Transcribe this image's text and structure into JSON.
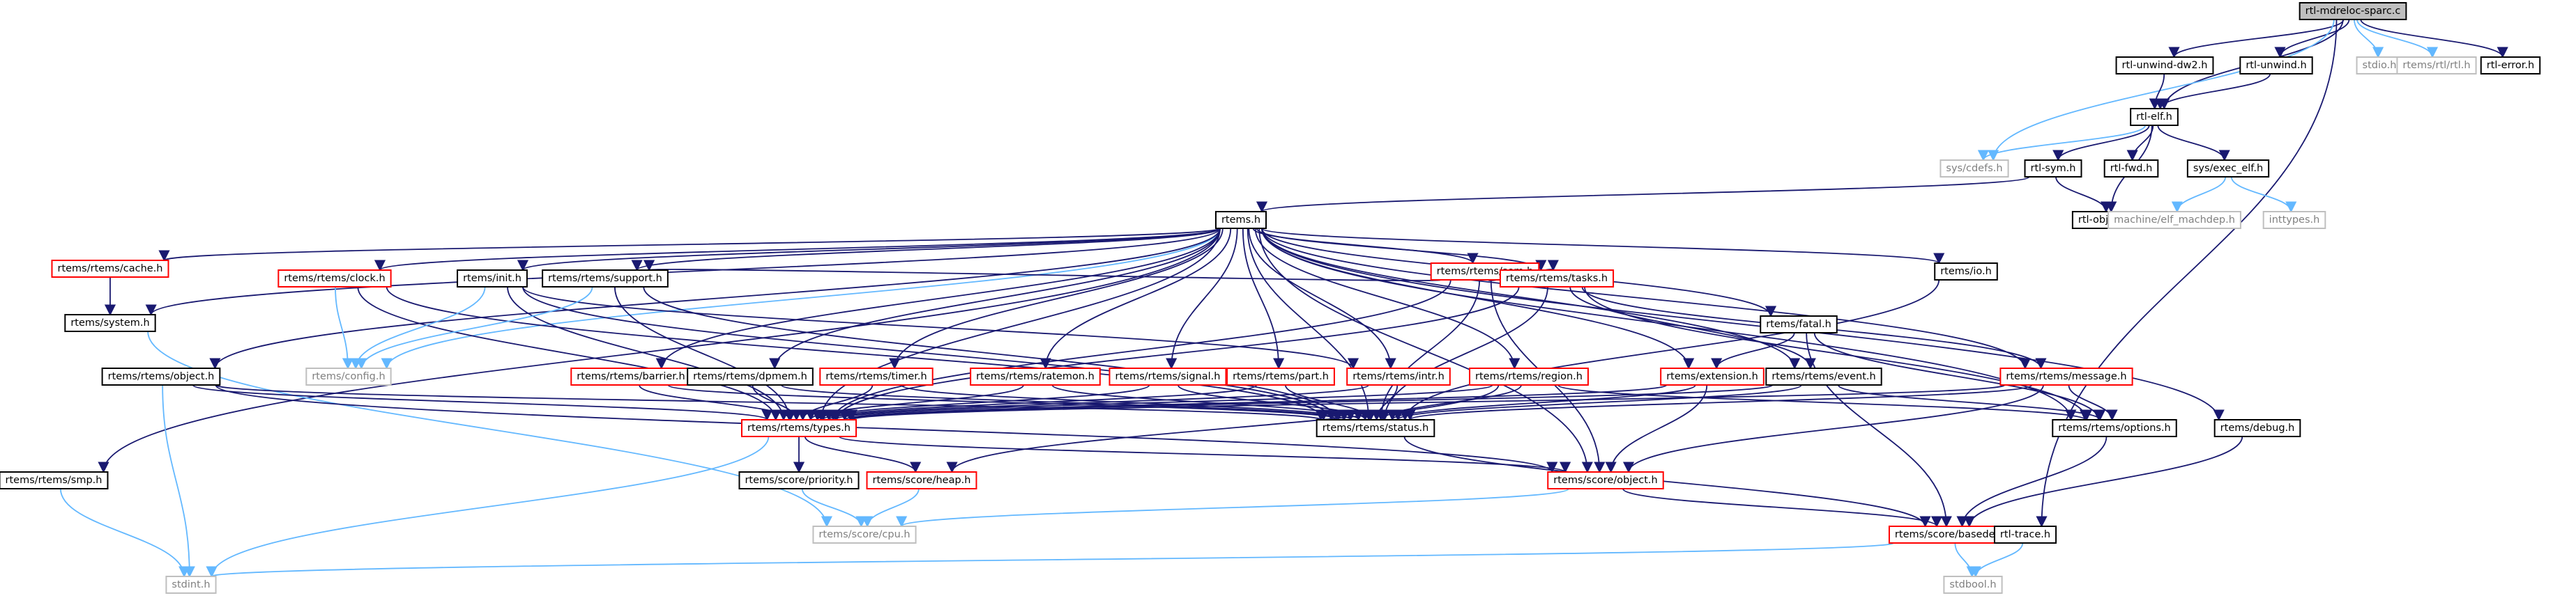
{
  "title": "rtl-mdreloc-sparc.c",
  "colors": {
    "root_fill": "#bfbfbf",
    "normal_border": "#000000",
    "linked_border": "#ff0000",
    "missing_border": "#bfbfbf",
    "missing_text": "#808080",
    "edge_dark": "#191970",
    "edge_light": "#63b8ff"
  },
  "nodes": [
    {
      "id": "root",
      "label": "rtl-mdreloc-sparc.c",
      "style": "root"
    },
    {
      "id": "unwind_dw2",
      "label": "rtl-unwind-dw2.h",
      "style": "normal"
    },
    {
      "id": "unwind",
      "label": "rtl-unwind.h",
      "style": "normal"
    },
    {
      "id": "stdio",
      "label": "stdio.h",
      "style": "missing"
    },
    {
      "id": "rtems_rtl",
      "label": "rtems/rtl/rtl.h",
      "style": "missing"
    },
    {
      "id": "rtl_error",
      "label": "rtl-error.h",
      "style": "normal"
    },
    {
      "id": "rtl_elf",
      "label": "rtl-elf.h",
      "style": "normal"
    },
    {
      "id": "sys_cdefs",
      "label": "sys/cdefs.h",
      "style": "missing"
    },
    {
      "id": "rtl_sym",
      "label": "rtl-sym.h",
      "style": "normal"
    },
    {
      "id": "rtl_fwd",
      "label": "rtl-fwd.h",
      "style": "normal"
    },
    {
      "id": "exec_elf",
      "label": "sys/exec_elf.h",
      "style": "normal"
    },
    {
      "id": "obj_fwd",
      "label": "rtl-obj-fwd.h",
      "style": "normal"
    },
    {
      "id": "elf_machdep",
      "label": "machine/elf_machdep.h",
      "style": "missing"
    },
    {
      "id": "inttypes",
      "label": "inttypes.h",
      "style": "missing"
    },
    {
      "id": "rtems_h",
      "label": "rtems.h",
      "style": "normal"
    },
    {
      "id": "cache",
      "label": "rtems/rtems/cache.h",
      "style": "linked"
    },
    {
      "id": "system",
      "label": "rtems/system.h",
      "style": "normal"
    },
    {
      "id": "clock",
      "label": "rtems/rtems/clock.h",
      "style": "linked"
    },
    {
      "id": "init",
      "label": "rtems/init.h",
      "style": "normal"
    },
    {
      "id": "support",
      "label": "rtems/rtems/support.h",
      "style": "normal"
    },
    {
      "id": "sem",
      "label": "rtems/rtems/sem.h",
      "style": "linked"
    },
    {
      "id": "tasks",
      "label": "rtems/rtems/tasks.h",
      "style": "linked"
    },
    {
      "id": "io",
      "label": "rtems/io.h",
      "style": "normal"
    },
    {
      "id": "fatal",
      "label": "rtems/fatal.h",
      "style": "normal"
    },
    {
      "id": "config",
      "label": "rtems/config.h",
      "style": "missing"
    },
    {
      "id": "object_h",
      "label": "rtems/rtems/object.h",
      "style": "normal"
    },
    {
      "id": "barrier",
      "label": "rtems/rtems/barrier.h",
      "style": "linked"
    },
    {
      "id": "dpmem",
      "label": "rtems/rtems/dpmem.h",
      "style": "normal"
    },
    {
      "id": "timer",
      "label": "rtems/rtems/timer.h",
      "style": "linked"
    },
    {
      "id": "ratemon",
      "label": "rtems/rtems/ratemon.h",
      "style": "linked"
    },
    {
      "id": "signal",
      "label": "rtems/rtems/signal.h",
      "style": "linked"
    },
    {
      "id": "part",
      "label": "rtems/rtems/part.h",
      "style": "linked"
    },
    {
      "id": "intr",
      "label": "rtems/rtems/intr.h",
      "style": "linked"
    },
    {
      "id": "region",
      "label": "rtems/rtems/region.h",
      "style": "linked"
    },
    {
      "id": "extension",
      "label": "rtems/extension.h",
      "style": "linked"
    },
    {
      "id": "event",
      "label": "rtems/rtems/event.h",
      "style": "normal"
    },
    {
      "id": "message",
      "label": "rtems/rtems/message.h",
      "style": "linked"
    },
    {
      "id": "types",
      "label": "rtems/rtems/types.h",
      "style": "linked"
    },
    {
      "id": "status",
      "label": "rtems/rtems/status.h",
      "style": "normal"
    },
    {
      "id": "options",
      "label": "rtems/rtems/options.h",
      "style": "normal"
    },
    {
      "id": "debug",
      "label": "rtems/debug.h",
      "style": "normal"
    },
    {
      "id": "smp",
      "label": "rtems/rtems/smp.h",
      "style": "normal"
    },
    {
      "id": "priority",
      "label": "rtems/score/priority.h",
      "style": "normal"
    },
    {
      "id": "heap",
      "label": "rtems/score/heap.h",
      "style": "linked"
    },
    {
      "id": "score_object",
      "label": "rtems/score/object.h",
      "style": "linked"
    },
    {
      "id": "cpu",
      "label": "rtems/score/cpu.h",
      "style": "missing"
    },
    {
      "id": "basedefs",
      "label": "rtems/score/basedefs.h",
      "style": "linked"
    },
    {
      "id": "rtl_trace",
      "label": "rtl-trace.h",
      "style": "normal"
    },
    {
      "id": "stdint",
      "label": "stdint.h",
      "style": "missing"
    },
    {
      "id": "stdbool",
      "label": "stdbool.h",
      "style": "missing"
    }
  ],
  "edges": [
    [
      "root",
      "unwind_dw2"
    ],
    [
      "root",
      "unwind"
    ],
    [
      "root",
      "stdio"
    ],
    [
      "root",
      "rtems_rtl"
    ],
    [
      "root",
      "rtl_error"
    ],
    [
      "root",
      "rtl_elf"
    ],
    [
      "root",
      "sys_cdefs"
    ],
    [
      "root",
      "rtl_trace"
    ],
    [
      "unwind_dw2",
      "rtl_elf"
    ],
    [
      "unwind",
      "rtl_elf"
    ],
    [
      "rtl_elf",
      "sys_cdefs"
    ],
    [
      "rtl_elf",
      "rtl_sym"
    ],
    [
      "rtl_elf",
      "rtl_fwd"
    ],
    [
      "rtl_elf",
      "exec_elf"
    ],
    [
      "rtl_elf",
      "obj_fwd"
    ],
    [
      "rtl_sym",
      "obj_fwd"
    ],
    [
      "rtl_sym",
      "rtems_h"
    ],
    [
      "exec_elf",
      "elf_machdep"
    ],
    [
      "exec_elf",
      "inttypes"
    ],
    [
      "rtems_h",
      "cache"
    ],
    [
      "rtems_h",
      "system"
    ],
    [
      "rtems_h",
      "clock"
    ],
    [
      "rtems_h",
      "init"
    ],
    [
      "rtems_h",
      "support"
    ],
    [
      "rtems_h",
      "sem"
    ],
    [
      "rtems_h",
      "tasks"
    ],
    [
      "rtems_h",
      "io"
    ],
    [
      "rtems_h",
      "fatal"
    ],
    [
      "rtems_h",
      "config"
    ],
    [
      "rtems_h",
      "object_h"
    ],
    [
      "rtems_h",
      "barrier"
    ],
    [
      "rtems_h",
      "dpmem"
    ],
    [
      "rtems_h",
      "timer"
    ],
    [
      "rtems_h",
      "ratemon"
    ],
    [
      "rtems_h",
      "signal"
    ],
    [
      "rtems_h",
      "part"
    ],
    [
      "rtems_h",
      "intr"
    ],
    [
      "rtems_h",
      "region"
    ],
    [
      "rtems_h",
      "extension"
    ],
    [
      "rtems_h",
      "event"
    ],
    [
      "rtems_h",
      "message"
    ],
    [
      "rtems_h",
      "types"
    ],
    [
      "rtems_h",
      "status"
    ],
    [
      "rtems_h",
      "options"
    ],
    [
      "rtems_h",
      "debug"
    ],
    [
      "rtems_h",
      "smp"
    ],
    [
      "rtems_h",
      "score_object"
    ],
    [
      "cache",
      "system"
    ],
    [
      "system",
      "cpu"
    ],
    [
      "clock",
      "config"
    ],
    [
      "clock",
      "types"
    ],
    [
      "clock",
      "status"
    ],
    [
      "init",
      "config"
    ],
    [
      "init",
      "types"
    ],
    [
      "init",
      "status"
    ],
    [
      "init",
      "intr"
    ],
    [
      "support",
      "config"
    ],
    [
      "support",
      "types"
    ],
    [
      "support",
      "status"
    ],
    [
      "sem",
      "support"
    ],
    [
      "sem",
      "tasks"
    ],
    [
      "sem",
      "types"
    ],
    [
      "sem",
      "status"
    ],
    [
      "sem",
      "score_object"
    ],
    [
      "tasks",
      "types"
    ],
    [
      "tasks",
      "status"
    ],
    [
      "tasks",
      "event"
    ],
    [
      "tasks",
      "message"
    ],
    [
      "tasks",
      "options"
    ],
    [
      "io",
      "status"
    ],
    [
      "fatal",
      "extension"
    ],
    [
      "fatal",
      "options"
    ],
    [
      "fatal",
      "basedefs"
    ],
    [
      "object_h",
      "types"
    ],
    [
      "object_h",
      "status"
    ],
    [
      "object_h",
      "score_object"
    ],
    [
      "object_h",
      "stdint"
    ],
    [
      "barrier",
      "types"
    ],
    [
      "barrier",
      "status"
    ],
    [
      "dpmem",
      "types"
    ],
    [
      "dpmem",
      "status"
    ],
    [
      "timer",
      "types"
    ],
    [
      "timer",
      "status"
    ],
    [
      "ratemon",
      "types"
    ],
    [
      "ratemon",
      "status"
    ],
    [
      "signal",
      "types"
    ],
    [
      "signal",
      "status"
    ],
    [
      "part",
      "types"
    ],
    [
      "part",
      "status"
    ],
    [
      "intr",
      "types"
    ],
    [
      "intr",
      "status"
    ],
    [
      "region",
      "types"
    ],
    [
      "region",
      "status"
    ],
    [
      "region",
      "options"
    ],
    [
      "region",
      "heap"
    ],
    [
      "extension",
      "types"
    ],
    [
      "extension",
      "status"
    ],
    [
      "extension",
      "score_object"
    ],
    [
      "event",
      "types"
    ],
    [
      "event",
      "status"
    ],
    [
      "event",
      "options"
    ],
    [
      "message",
      "types"
    ],
    [
      "message",
      "status"
    ],
    [
      "message",
      "options"
    ],
    [
      "message",
      "score_object"
    ],
    [
      "types",
      "priority"
    ],
    [
      "types",
      "heap"
    ],
    [
      "types",
      "score_object"
    ],
    [
      "types",
      "stdint"
    ],
    [
      "status",
      "basedefs"
    ],
    [
      "options",
      "basedefs"
    ],
    [
      "debug",
      "basedefs"
    ],
    [
      "smp",
      "stdint"
    ],
    [
      "priority",
      "cpu"
    ],
    [
      "heap",
      "cpu"
    ],
    [
      "score_object",
      "cpu"
    ],
    [
      "score_object",
      "basedefs"
    ],
    [
      "basedefs",
      "stdint"
    ],
    [
      "basedefs",
      "stdbool"
    ],
    [
      "rtl_trace",
      "stdbool"
    ]
  ]
}
